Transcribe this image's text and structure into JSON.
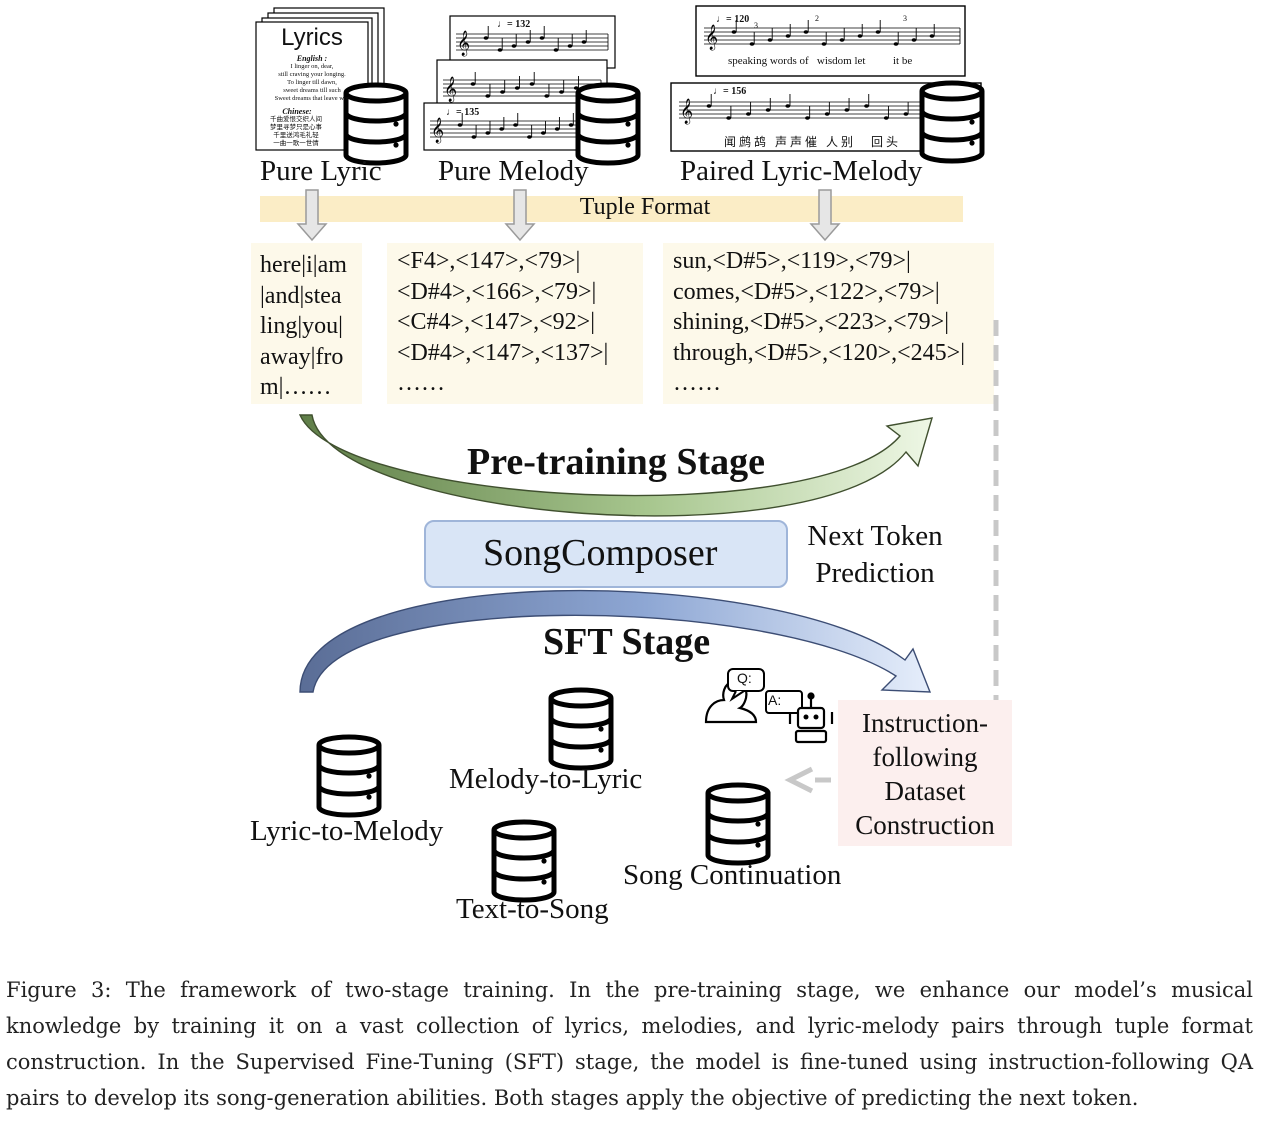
{
  "sources": {
    "pure_lyric": {
      "label": "Pure Lyric",
      "doc_title": "Lyrics",
      "english_heading": "English :",
      "english_lines": [
        "I linger on, dear,",
        "still craving your longing.",
        "To linger till dawn,",
        "sweet dreams till such",
        "Sweet dreams that leave wor"
      ],
      "chinese_heading": "Chinese:",
      "chinese_lines": [
        "千曲爱恨交织人间",
        "梦里寻梦只是心事",
        "千里送鸿毛礼轻",
        "一曲一歌一世情"
      ]
    },
    "pure_melody": {
      "label": "Pure Melody",
      "tempos": [
        "♩= 132",
        "♩= 135"
      ]
    },
    "paired": {
      "label": "Paired Lyric-Melody",
      "english_tempo": "♩= 120",
      "english_words": "speaking words of   wisdom let          it be",
      "triplet_marks": [
        "3",
        "2",
        "3"
      ],
      "chinese_tempo": "♩= 156",
      "chinese_words": "闻 鹧 鸪   声 声 催   人 别      回 头"
    }
  },
  "tuple_format_label": "Tuple Format",
  "tuples": {
    "lyric": [
      "here|i|am",
      "|and|stea",
      "ling|you|",
      "away|fro",
      "m|……"
    ],
    "melody": [
      "<F4>,<147>,<79>|",
      "<D#4>,<166>,<79>|",
      "<C#4>,<147>,<92>|",
      "<D#4>,<147>,<137>|",
      "……"
    ],
    "paired": [
      "sun,<D#5>,<119>,<79>|",
      "comes,<D#5>,<122>,<79>|",
      "shining,<D#5>,<223>,<79>|",
      "through,<D#5>,<120>,<245>|",
      "……"
    ]
  },
  "pretraining_stage": "Pre-training Stage",
  "model_name": "SongComposer",
  "objective_lines": [
    "Next Token",
    "Prediction"
  ],
  "sft_stage": "SFT Stage",
  "qa": {
    "q": "Q:",
    "a": "A:"
  },
  "dataset_construction_lines": [
    "Instruction-",
    "following",
    "Dataset",
    "Construction"
  ],
  "tasks": {
    "lyric_to_melody": "Lyric-to-Melody",
    "melody_to_lyric": "Melody-to-Lyric",
    "text_to_song": "Text-to-Song",
    "song_continuation": "Song Continuation"
  },
  "caption": "Figure 3: The framework of two-stage training. In the pre-training stage, we enhance our model’s musical knowledge by training it on a vast collection of lyrics, melodies, and lyric-melody pairs through tuple format construction. In the Supervised Fine-Tuning (SFT) stage, the model is fine-tuned using instruction-following QA pairs to develop its song-generation abilities. Both stages apply the objective of predicting the next token.",
  "icons": [
    "database-icon",
    "flame-icon",
    "person-icon",
    "robot-icon",
    "speech-bubble-icon",
    "arrow-down-icon",
    "curved-arrow-icon"
  ],
  "colors": {
    "tuple_band": "#fbedc6",
    "tuple_box": "#fdf9ea",
    "pretraining_arrow": "#8fb07a",
    "sft_arrow": "#6e86b6",
    "model_box": "#d9e5f6",
    "dataset_box": "#fcefee",
    "flame": "#e53a1e"
  }
}
